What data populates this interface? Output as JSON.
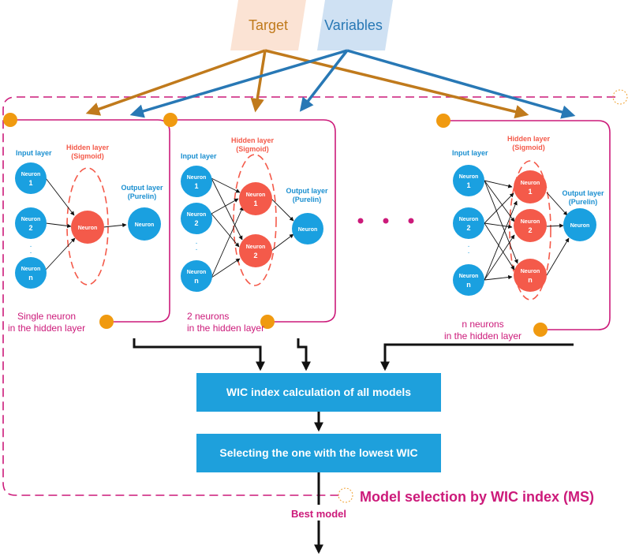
{
  "inputs": {
    "target": "Target",
    "variables": "Variables"
  },
  "colors": {
    "target": "#c07a1c",
    "variables": "#2878b5",
    "target_bg": "#fbe3d4",
    "variables_bg": "#cfe1f3",
    "magenta": "#cc1a7a",
    "neuron_blue": "#1aa0e0",
    "neuron_red": "#f45a4a",
    "orange_dot": "#f09a10",
    "process_box": "#1ea0dc"
  },
  "layer_labels": {
    "input": "Input layer",
    "hidden_line1": "Hidden layer",
    "hidden_line2": "(Sigmoid)",
    "output_line1": "Output layer",
    "output_line2": "(Purelin)",
    "neuron": "Neuron",
    "dots": "·"
  },
  "models": [
    {
      "input_indices": [
        "1",
        "2",
        "n"
      ],
      "hidden_indices": [
        ""
      ],
      "caption_line1": "Single neuron",
      "caption_line2": "in the hidden layer"
    },
    {
      "input_indices": [
        "1",
        "2",
        "n"
      ],
      "hidden_indices": [
        "1",
        "2"
      ],
      "caption_line1": "2 neurons",
      "caption_line2": "in the hidden layer"
    },
    {
      "input_indices": [
        "1",
        "2",
        "n"
      ],
      "hidden_indices": [
        "1",
        "2",
        "n"
      ],
      "caption_line1": "n neurons",
      "caption_line2": "in the hidden layer"
    }
  ],
  "process": {
    "wic_calc": "WIC index calculation of all models",
    "select": "Selecting the one with the lowest WIC"
  },
  "frame_title": "Model selection by WIC index (MS)",
  "output_label": "Best model"
}
